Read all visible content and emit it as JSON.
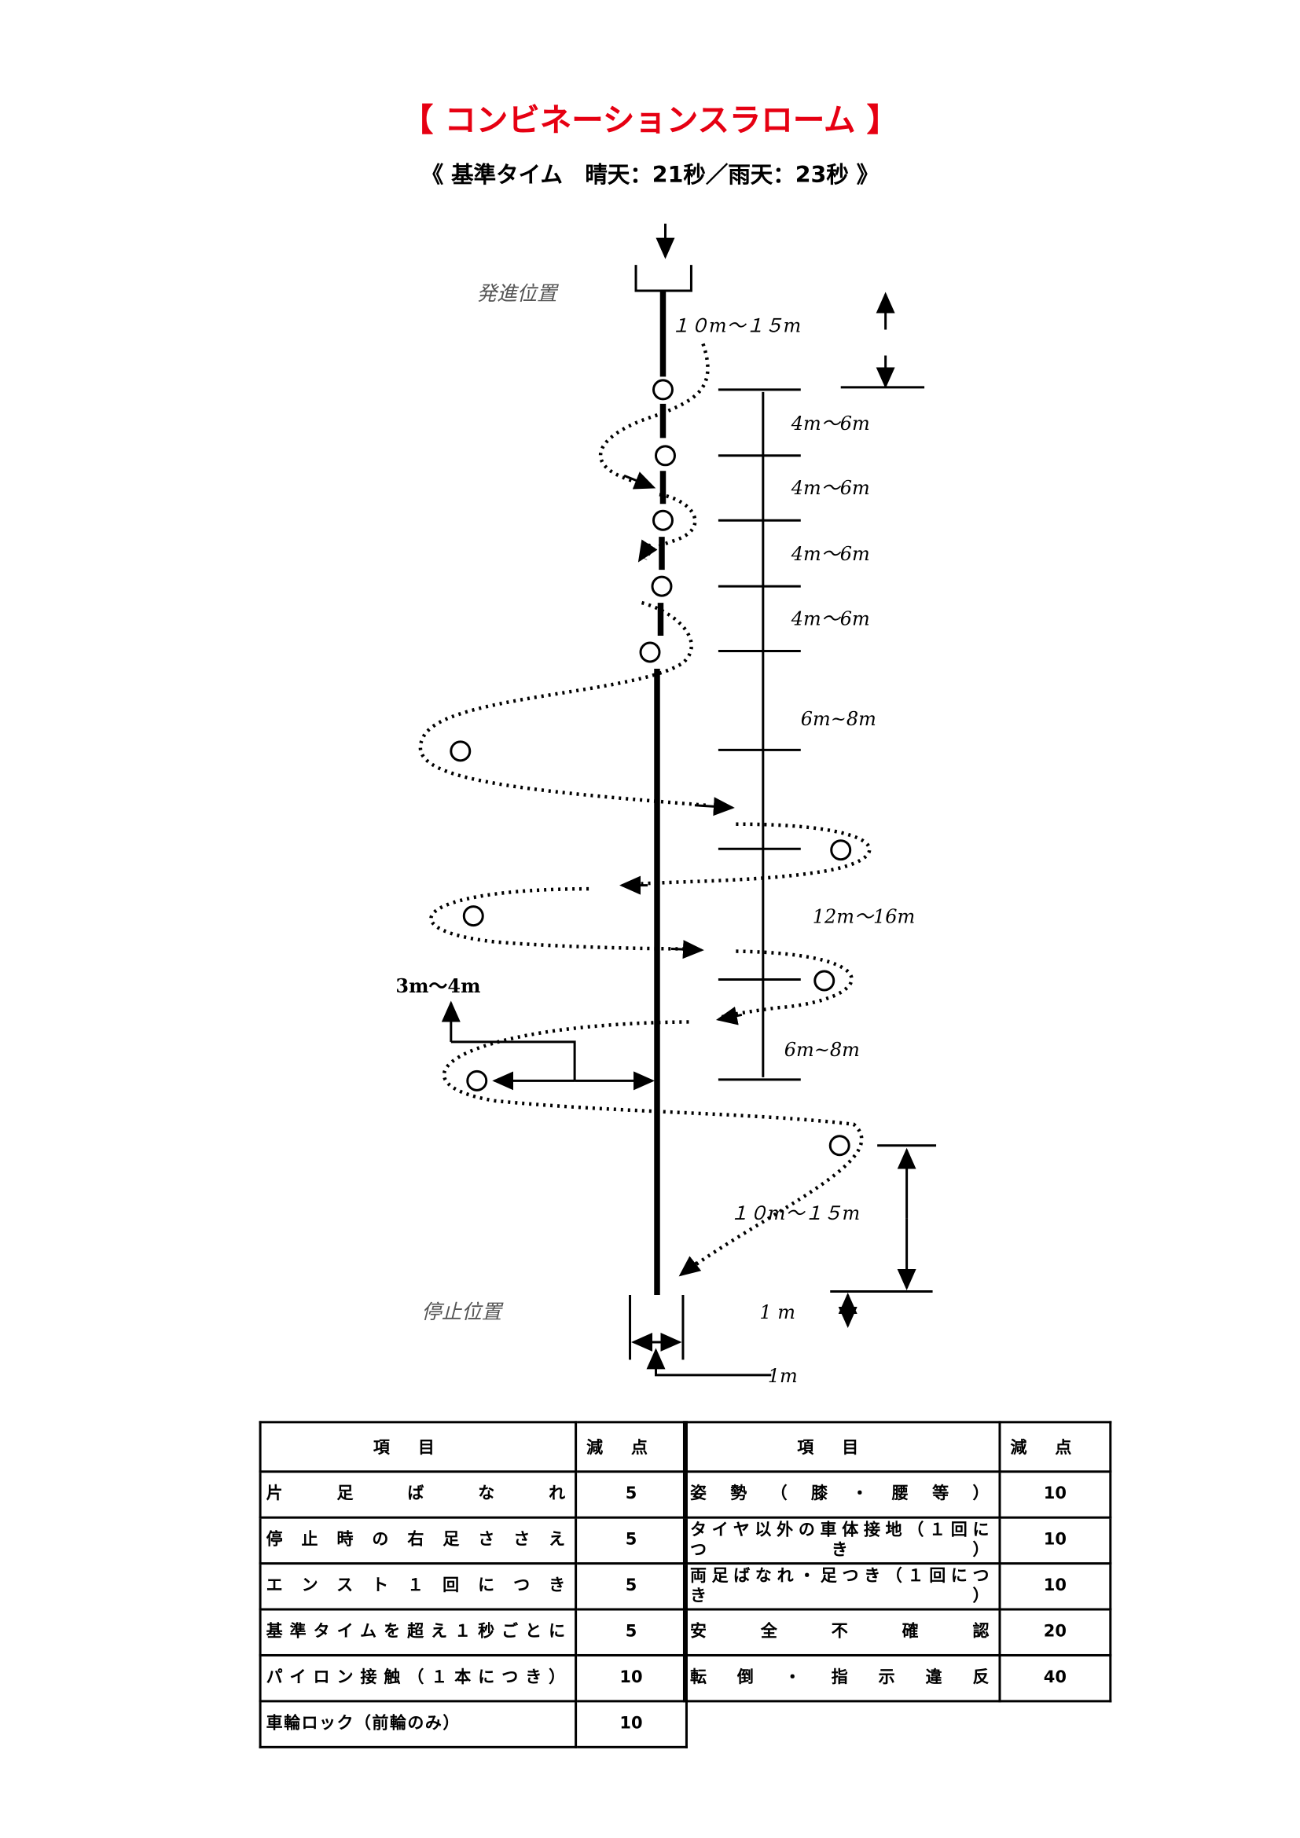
{
  "title": "【 コンビネーションスラローム 】",
  "subtitle": "《 基準タイム　晴天：21秒／雨天：23秒 》",
  "diagram": {
    "start_label": "発進位置",
    "stop_label": "停止位置",
    "start_dist": "１０m～１５m",
    "end_dist": "１０m～１５m",
    "gap_4_6": "4m～6m",
    "gap_6_8a": "6m~8m",
    "gap_12_16": "12m～16m",
    "gap_6_8b": "6m~8m",
    "offset": "3m～4m",
    "stop_len": "1 m",
    "stop_width": "1m"
  },
  "table": {
    "header_item": "項目",
    "header_points": "減点",
    "left": [
      {
        "item": "片足ばなれ",
        "points": "5"
      },
      {
        "item": "停止時の右足ささえ",
        "points": "5"
      },
      {
        "item": "エンスト１回につき",
        "points": "5"
      },
      {
        "item": "基準タイムを超え１秒ごとに",
        "points": "5"
      },
      {
        "item": "パイロン接触（１本につき）",
        "points": "10"
      },
      {
        "item": "車輪ロック（前輪のみ）",
        "points": "10"
      }
    ],
    "right": [
      {
        "item": "姿勢（膝・腰等）",
        "points": "10"
      },
      {
        "item": "タイヤ以外の車体接地（１回につき）",
        "points": "10"
      },
      {
        "item": "両足ばなれ・足つき（１回につき）",
        "points": "10"
      },
      {
        "item": "安全不確認",
        "points": "20"
      },
      {
        "item": "転倒・指示違反",
        "points": "40"
      }
    ]
  }
}
